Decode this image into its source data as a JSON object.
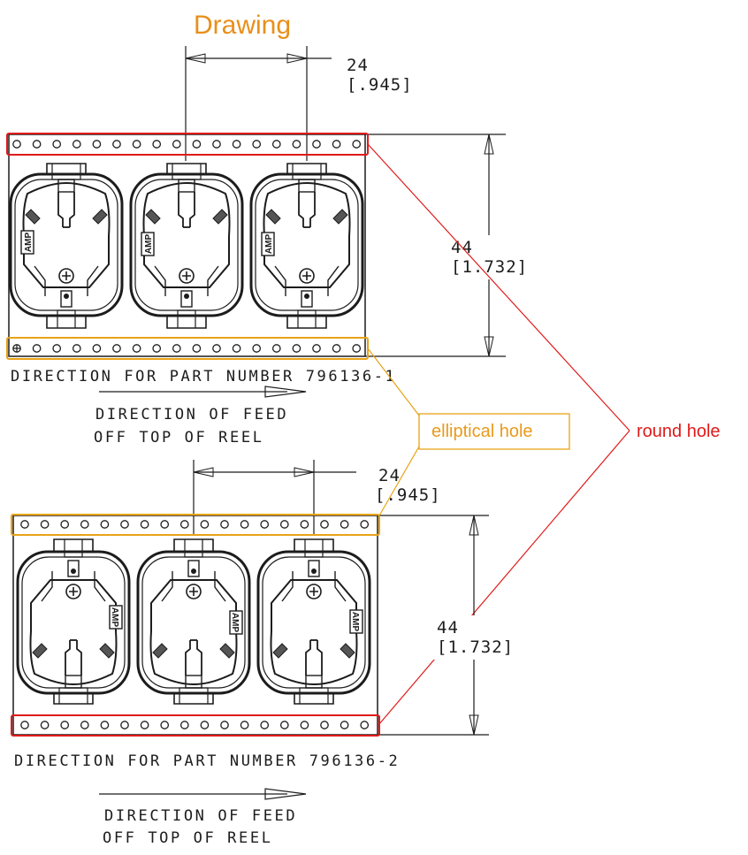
{
  "title": "Drawing",
  "callouts": {
    "elliptical": "elliptical hole",
    "round": "round hole"
  },
  "colors": {
    "title": "#e88f1a",
    "elliptical_highlight": "#e8a317",
    "round_highlight": "#e01a1a",
    "ink": "#1c1c1c"
  },
  "views": [
    {
      "pitch_mm": "24",
      "pitch_in": "[.945]",
      "width_mm": "44",
      "width_in": "[1.732]",
      "orientation_mark": "AMP",
      "direction_label": "DIRECTION FOR PART NUMBER 796136-1",
      "feed_line1": "DIRECTION OF FEED",
      "feed_line2": "OFF TOP OF REEL"
    },
    {
      "pitch_mm": "24",
      "pitch_in": "[.945]",
      "width_mm": "44",
      "width_in": "[1.732]",
      "orientation_mark": "AMP",
      "direction_label": "DIRECTION FOR PART NUMBER 796136-2",
      "feed_line1": "DIRECTION OF FEED",
      "feed_line2": "OFF TOP OF REEL"
    }
  ]
}
